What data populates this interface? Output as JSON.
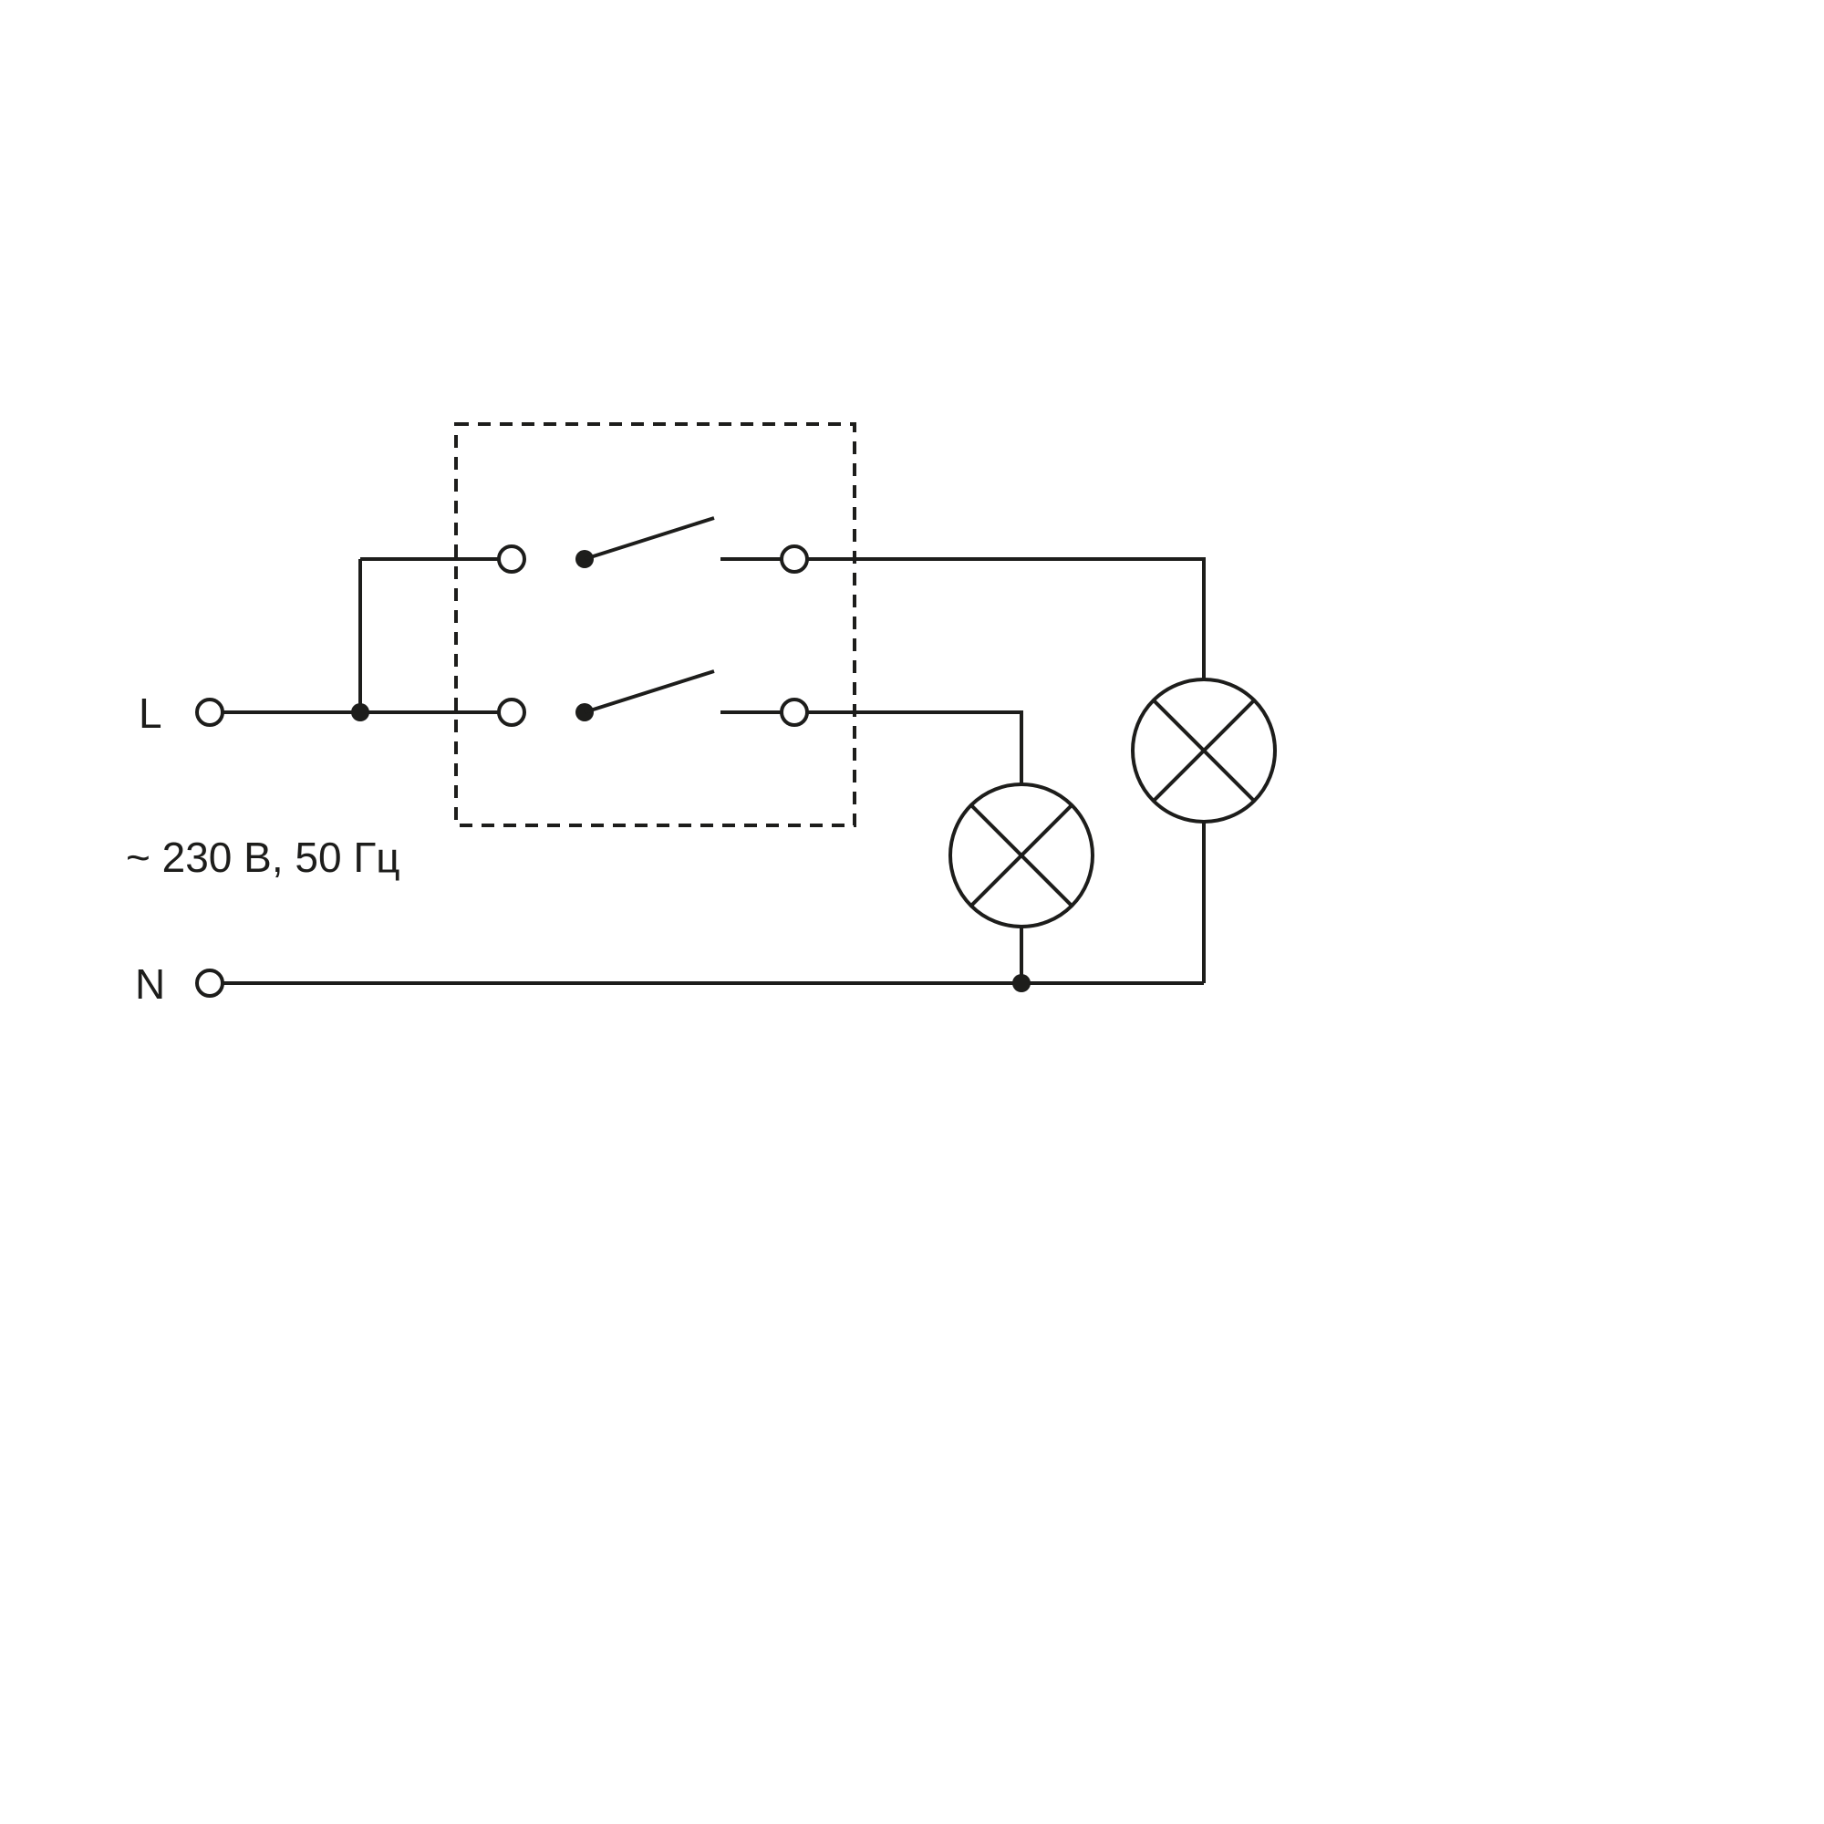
{
  "diagram": {
    "type": "electrical-wiring-diagram",
    "labels": {
      "line_terminal": "L",
      "neutral_terminal": "N",
      "supply_rating": "~ 230 В, 50 Гц"
    },
    "colors": {
      "line": "#1d1d1b",
      "background": "#ffffff"
    }
  }
}
